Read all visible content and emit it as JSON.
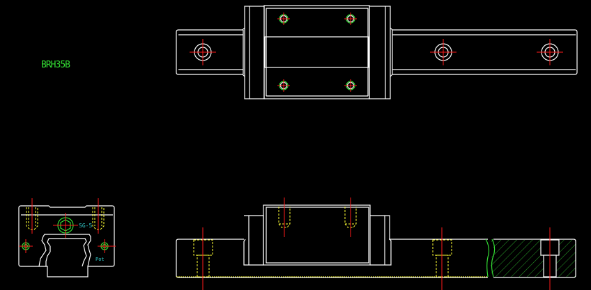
{
  "drawing": {
    "part_label": "BRH35B",
    "annotation_grease_fitting": "SG-5",
    "annotation_port": "Pot",
    "colors": {
      "background": "#000000",
      "outline": "#ffffff",
      "centerline": "#ff1a1a",
      "hidden_line": "#ffff33",
      "hatch": "#33cc33",
      "label_text": "#33dd33",
      "annotation_text": "#33cccc"
    },
    "views": [
      {
        "name": "top-view",
        "description": "Plan view of carriage block on rail"
      },
      {
        "name": "end-view",
        "description": "End section of carriage and rail"
      },
      {
        "name": "side-view",
        "description": "Side elevation with partial section of rail"
      }
    ]
  }
}
